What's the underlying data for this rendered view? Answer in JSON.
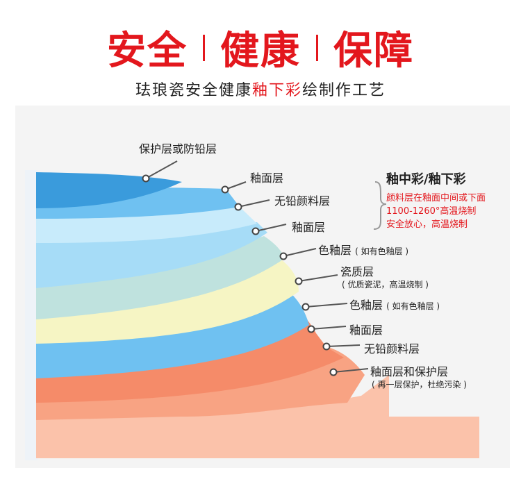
{
  "header": {
    "title_1": "安全",
    "title_2": "健康",
    "title_3": "保障",
    "subtitle_pre": "珐琅瓷安全健康",
    "subtitle_highlight": "釉下彩",
    "subtitle_post": "绘制作工艺"
  },
  "colors": {
    "accent": "#e3171d",
    "blue_dark": "#3a9bdc",
    "blue_mid": "#6fc1f1",
    "blue_light": "#a6dcf7",
    "teal": "#bfe2de",
    "cream": "#f6f5c4",
    "salmon": "#f8a383",
    "salmon_light": "#fbc2aa"
  },
  "labels": [
    {
      "text": "保护层或防铅层",
      "note": ""
    },
    {
      "text": "釉面层",
      "note": ""
    },
    {
      "text": "无铅颜料层",
      "note": ""
    },
    {
      "text": "釉面层",
      "note": ""
    },
    {
      "text": "色釉层",
      "note": "( 如有色釉层 )"
    },
    {
      "text": "瓷质层",
      "note": "( 优质瓷泥，高温烧制 )"
    },
    {
      "text": "色釉层",
      "note": "( 如有色釉层 )"
    },
    {
      "text": "釉面层",
      "note": ""
    },
    {
      "text": "无铅颜料层",
      "note": ""
    },
    {
      "text": "釉面层和保护层",
      "note": "( 再一层保护，杜绝污染 )"
    }
  ],
  "sidebar": {
    "title": "釉中彩/釉下彩",
    "lines": [
      "颜料层在釉面中间或下面",
      "1100-1260°高温烧制",
      "安全放心，高温烧制"
    ]
  }
}
